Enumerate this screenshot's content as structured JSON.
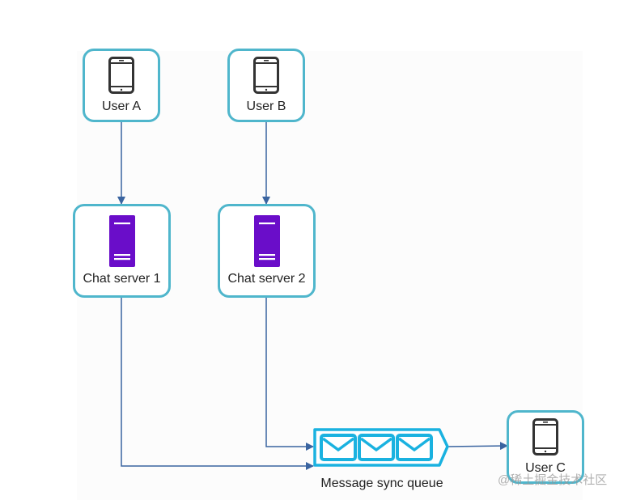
{
  "diagram": {
    "nodes": {
      "user_a": {
        "label": "User A",
        "icon": "mobile-phone-icon"
      },
      "user_b": {
        "label": "User B",
        "icon": "mobile-phone-icon"
      },
      "chat_server_1": {
        "label": "Chat server 1",
        "icon": "server-icon"
      },
      "chat_server_2": {
        "label": "Chat server 2",
        "icon": "server-icon"
      },
      "queue": {
        "label": "Message sync queue",
        "icon": "message-queue-icon",
        "message_count": 3
      },
      "user_c": {
        "label": "User C",
        "icon": "mobile-phone-icon"
      }
    },
    "edges": [
      {
        "from": "User A",
        "to": "Chat server 1"
      },
      {
        "from": "User B",
        "to": "Chat server 2"
      },
      {
        "from": "Chat server 1",
        "to": "Message sync queue"
      },
      {
        "from": "Chat server 2",
        "to": "Message sync queue"
      },
      {
        "from": "Message sync queue",
        "to": "User C"
      }
    ],
    "colors": {
      "node_border": "#4fb6cc",
      "server": "#6a0dc9",
      "queue": "#1ab2e0",
      "arrow": "#3a64a0"
    }
  },
  "watermark": "@稀土掘金技术社区"
}
